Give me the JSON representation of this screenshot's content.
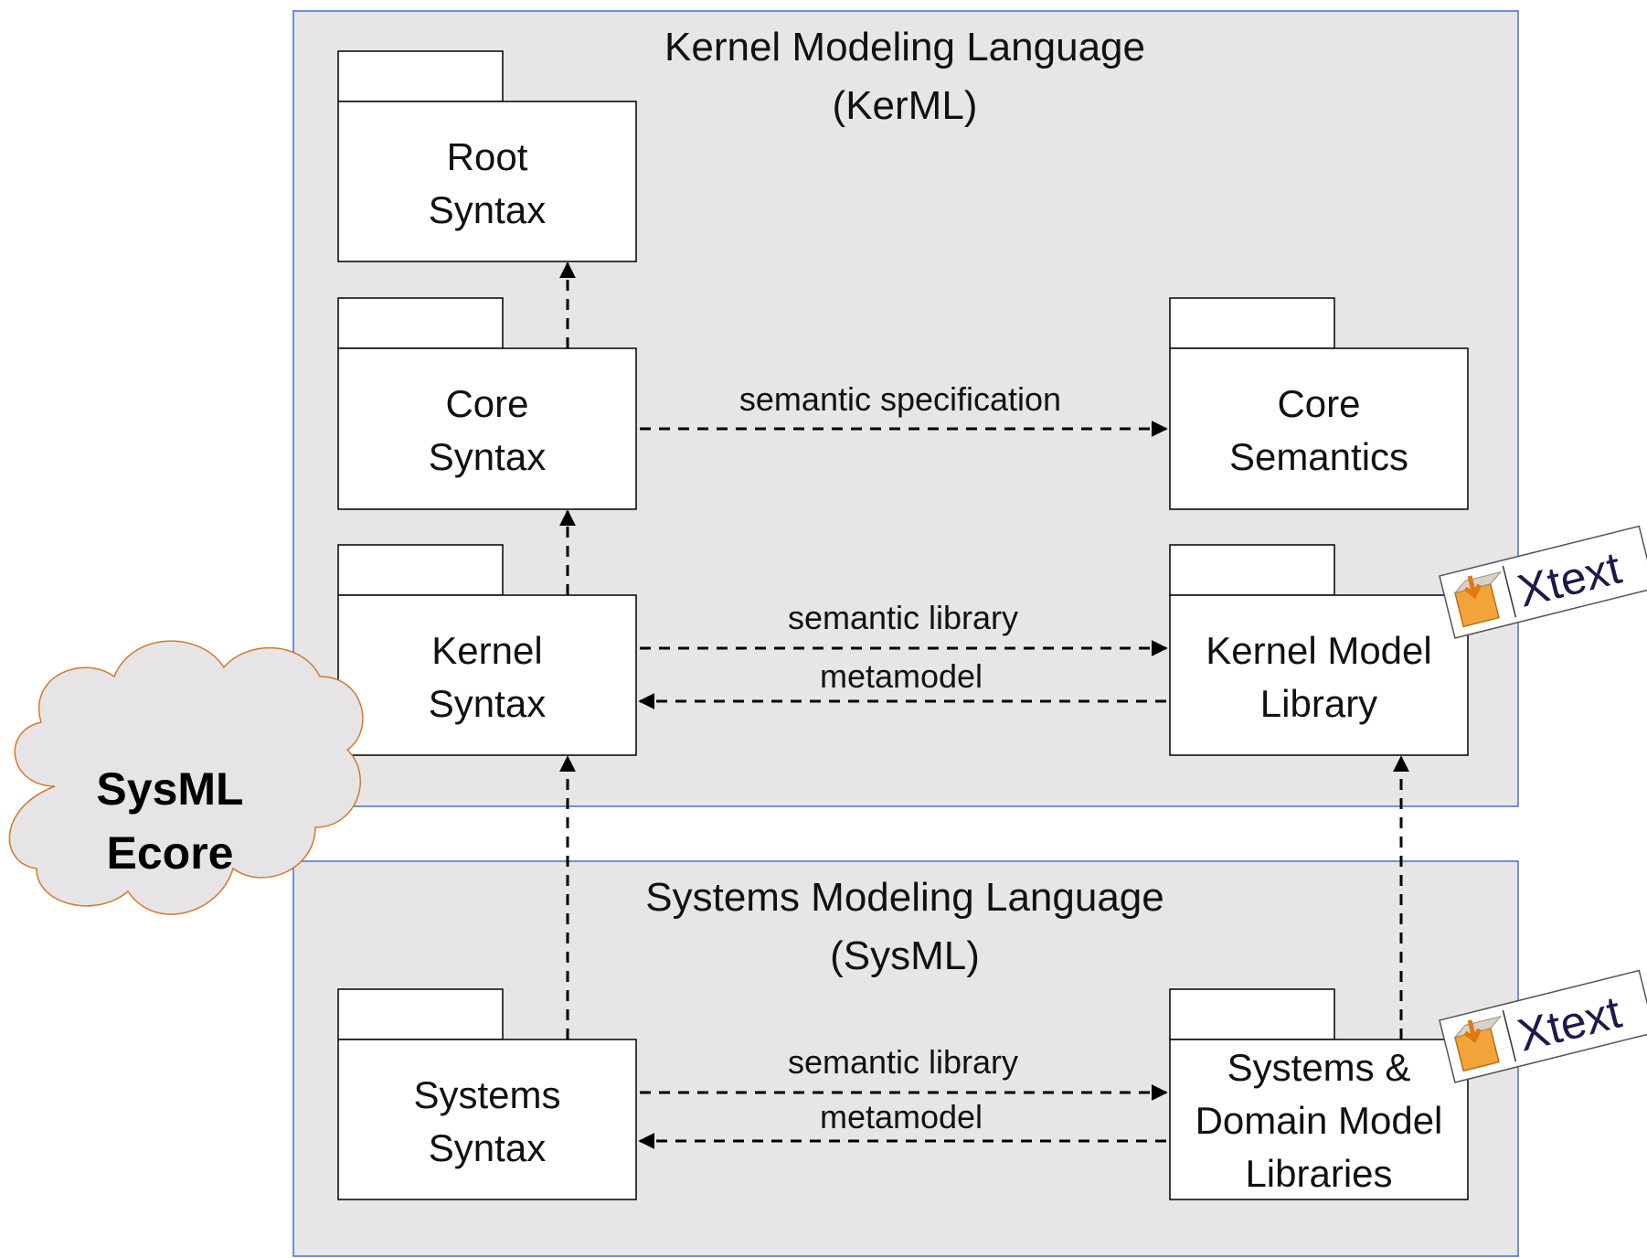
{
  "regions": {
    "kerml": {
      "title_line1": "Kernel Modeling Language",
      "title_line2": "(KerML)"
    },
    "sysml": {
      "title_line1": "Systems Modeling Language",
      "title_line2": "(SysML)"
    }
  },
  "packages": {
    "root_syntax": {
      "line1": "Root",
      "line2": "Syntax"
    },
    "core_syntax": {
      "line1": "Core",
      "line2": "Syntax"
    },
    "core_semantics": {
      "line1": "Core",
      "line2": "Semantics"
    },
    "kernel_syntax": {
      "line1": "Kernel",
      "line2": "Syntax"
    },
    "kernel_model_library": {
      "line1": "Kernel Model",
      "line2": "Library"
    },
    "systems_syntax": {
      "line1": "Systems",
      "line2": "Syntax"
    },
    "systems_domain_libraries": {
      "line1": "Systems &",
      "line2": "Domain Model",
      "line3": "Libraries"
    }
  },
  "edges": {
    "semantic_specification": "semantic specification",
    "kernel_semantic_library": "semantic library",
    "kernel_metamodel": "metamodel",
    "systems_semantic_library": "semantic library",
    "systems_metamodel": "metamodel"
  },
  "cloud": {
    "line1": "SysML",
    "line2": "Ecore"
  },
  "xtext_badge": {
    "text": "Xtext",
    "icon": "xtext-package-icon"
  }
}
